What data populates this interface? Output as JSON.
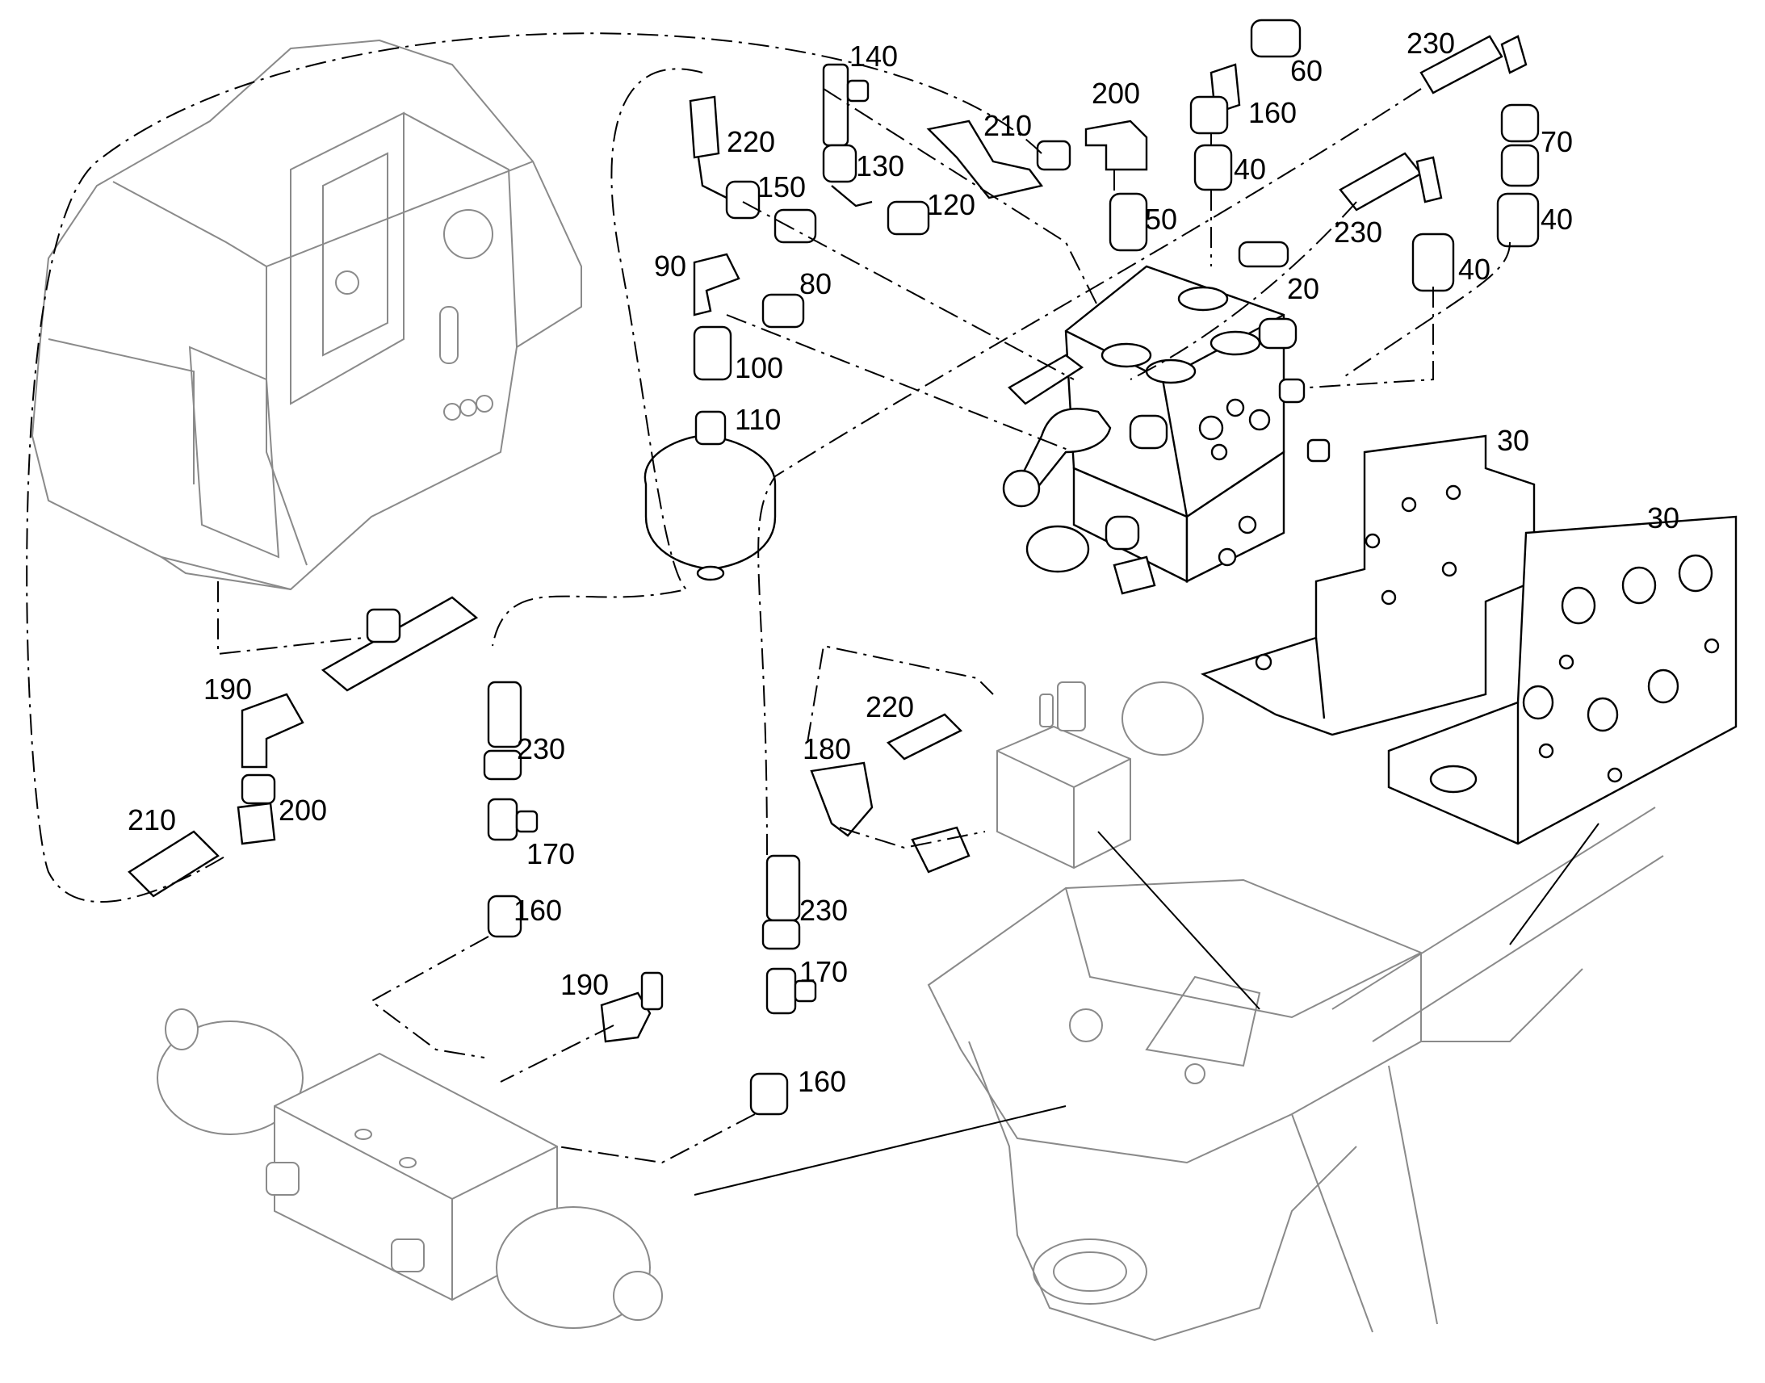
{
  "callouts": [
    {
      "id": "c140",
      "text": "140"
    },
    {
      "id": "c60",
      "text": "60"
    },
    {
      "id": "c230a",
      "text": "230"
    },
    {
      "id": "c200a",
      "text": "200"
    },
    {
      "id": "c210a",
      "text": "210"
    },
    {
      "id": "c160a",
      "text": "160"
    },
    {
      "id": "c70",
      "text": "70"
    },
    {
      "id": "c220a",
      "text": "220"
    },
    {
      "id": "c130",
      "text": "130"
    },
    {
      "id": "c40a",
      "text": "40"
    },
    {
      "id": "c150",
      "text": "150"
    },
    {
      "id": "c120",
      "text": "120"
    },
    {
      "id": "c50",
      "text": "50"
    },
    {
      "id": "c230b",
      "text": "230"
    },
    {
      "id": "c40b",
      "text": "40"
    },
    {
      "id": "c40c",
      "text": "40"
    },
    {
      "id": "c90",
      "text": "90"
    },
    {
      "id": "c80",
      "text": "80"
    },
    {
      "id": "c20",
      "text": "20"
    },
    {
      "id": "c100",
      "text": "100"
    },
    {
      "id": "c110",
      "text": "110"
    },
    {
      "id": "c30a",
      "text": "30"
    },
    {
      "id": "c30b",
      "text": "30"
    },
    {
      "id": "c190a",
      "text": "190"
    },
    {
      "id": "c220b",
      "text": "220"
    },
    {
      "id": "c180",
      "text": "180"
    },
    {
      "id": "c230c",
      "text": "230"
    },
    {
      "id": "c210b",
      "text": "210"
    },
    {
      "id": "c200b",
      "text": "200"
    },
    {
      "id": "c170a",
      "text": "170"
    },
    {
      "id": "c160b",
      "text": "160"
    },
    {
      "id": "c230d",
      "text": "230"
    },
    {
      "id": "c190b",
      "text": "190"
    },
    {
      "id": "c170b",
      "text": "170"
    },
    {
      "id": "c160c",
      "text": "160"
    }
  ]
}
